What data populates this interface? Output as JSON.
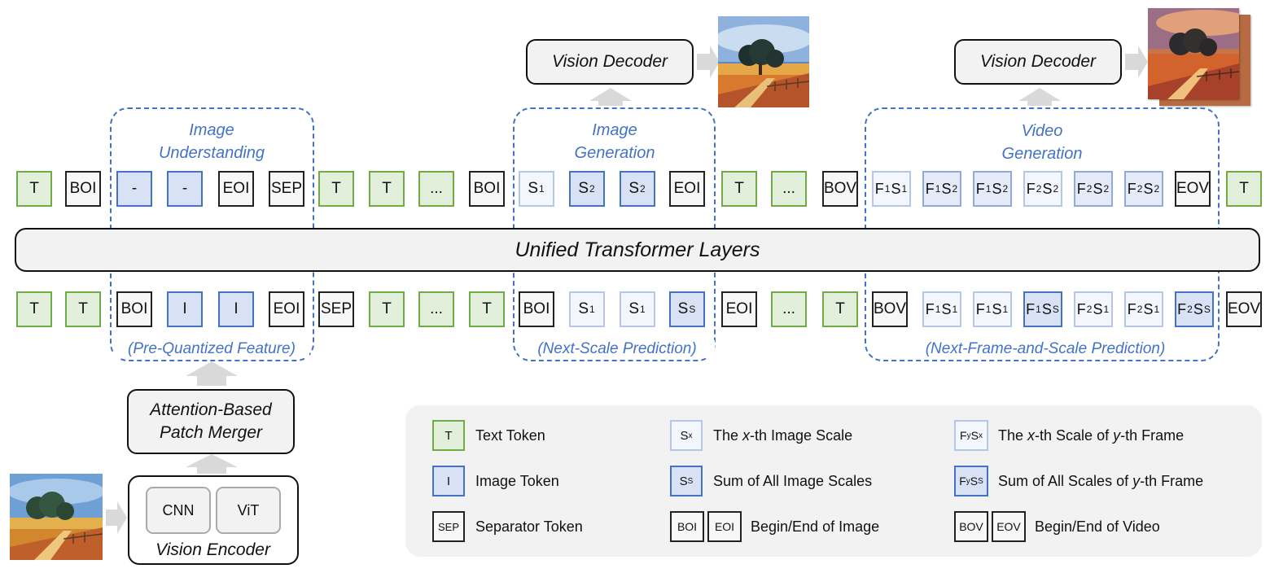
{
  "decoders": {
    "left": "Vision Decoder",
    "right": "Vision Decoder"
  },
  "regions": {
    "understanding": {
      "title_1": "Image",
      "title_2": "Understanding",
      "foot": "(Pre-Quantized Feature)"
    },
    "image_gen": {
      "title_1": "Image",
      "title_2": "Generation",
      "foot": "(Next-Scale Prediction)"
    },
    "video_gen": {
      "title_1": "Video",
      "title_2": "Generation",
      "foot": "(Next-Frame-and-Scale Prediction)"
    }
  },
  "transformer": "Unified Transformer Layers",
  "merger": {
    "line1": "Attention-Based",
    "line2": "Patch Merger"
  },
  "encoder": {
    "cnn": "CNN",
    "vit": "ViT",
    "label": "Vision Encoder"
  },
  "top_row": [
    {
      "kind": "text",
      "label": "T"
    },
    {
      "kind": "sep",
      "label": "BOI"
    },
    {
      "kind": "img",
      "label": "-"
    },
    {
      "kind": "img",
      "label": "-"
    },
    {
      "kind": "sep",
      "label": "EOI"
    },
    {
      "kind": "sep",
      "label": "SEP"
    },
    {
      "kind": "text",
      "label": "T"
    },
    {
      "kind": "text",
      "label": "T"
    },
    {
      "kind": "text",
      "label": "..."
    },
    {
      "kind": "sep",
      "label": "BOI"
    },
    {
      "kind": "s1",
      "label": "S",
      "sub": "1"
    },
    {
      "kind": "sum",
      "label": "S",
      "sub": "2"
    },
    {
      "kind": "sum",
      "label": "S",
      "sub": "2"
    },
    {
      "kind": "sep",
      "label": "EOI"
    },
    {
      "kind": "text",
      "label": "T"
    },
    {
      "kind": "text",
      "label": "..."
    },
    {
      "kind": "sep",
      "label": "BOV"
    },
    {
      "kind": "s1",
      "label": "F",
      "sub": "1",
      "label2": "S",
      "sub2": "1"
    },
    {
      "kind": "s2",
      "label": "F",
      "sub": "1",
      "label2": "S",
      "sub2": "2"
    },
    {
      "kind": "s2",
      "label": "F",
      "sub": "1",
      "label2": "S",
      "sub2": "2"
    },
    {
      "kind": "s1",
      "label": "F",
      "sub": "2",
      "label2": "S",
      "sub2": "2"
    },
    {
      "kind": "s2",
      "label": "F",
      "sub": "2",
      "label2": "S",
      "sub2": "2"
    },
    {
      "kind": "s2",
      "label": "F",
      "sub": "2",
      "label2": "S",
      "sub2": "2"
    },
    {
      "kind": "sep",
      "label": "EOV"
    },
    {
      "kind": "text",
      "label": "T"
    }
  ],
  "bottom_row": [
    {
      "kind": "text",
      "label": "T"
    },
    {
      "kind": "text",
      "label": "T"
    },
    {
      "kind": "sep",
      "label": "BOI"
    },
    {
      "kind": "img",
      "label": "I"
    },
    {
      "kind": "img",
      "label": "I"
    },
    {
      "kind": "sep",
      "label": "EOI"
    },
    {
      "kind": "sep",
      "label": "SEP"
    },
    {
      "kind": "text",
      "label": "T"
    },
    {
      "kind": "text",
      "label": "..."
    },
    {
      "kind": "text",
      "label": "T"
    },
    {
      "kind": "sep",
      "label": "BOI"
    },
    {
      "kind": "light",
      "label": "S",
      "sub": "1"
    },
    {
      "kind": "light",
      "label": "S",
      "sub": "1"
    },
    {
      "kind": "sum",
      "label": "S",
      "sub": "S"
    },
    {
      "kind": "sep",
      "label": "EOI"
    },
    {
      "kind": "text",
      "label": "..."
    },
    {
      "kind": "text",
      "label": "T"
    },
    {
      "kind": "sep",
      "label": "BOV"
    },
    {
      "kind": "light",
      "label": "F",
      "sub": "1",
      "label2": "S",
      "sub2": "1"
    },
    {
      "kind": "light",
      "label": "F",
      "sub": "1",
      "label2": "S",
      "sub2": "1"
    },
    {
      "kind": "sum",
      "label": "F",
      "sub": "1",
      "label2": "S",
      "sub2": "S"
    },
    {
      "kind": "light",
      "label": "F",
      "sub": "2",
      "label2": "S",
      "sub2": "1"
    },
    {
      "kind": "light",
      "label": "F",
      "sub": "2",
      "label2": "S",
      "sub2": "1"
    },
    {
      "kind": "sum",
      "label": "F",
      "sub": "2",
      "label2": "S",
      "sub2": "S"
    },
    {
      "kind": "sep",
      "label": "EOV"
    }
  ],
  "legend": {
    "text_token": {
      "token": "T",
      "label": "Text Token"
    },
    "image_token": {
      "token": "I",
      "label": "Image Token"
    },
    "sep_token": {
      "token": "SEP",
      "label": "Separator Token"
    },
    "image_scale": {
      "token": "S",
      "sub": "x",
      "label_a": "The ",
      "label_i": "x",
      "label_b": "-th Image Scale"
    },
    "sum_scales": {
      "token": "S",
      "sub": "S",
      "label": "Sum of All Image Scales"
    },
    "boi_eoi": {
      "token1": "BOI",
      "token2": "EOI",
      "label": "Begin/End of Image"
    },
    "frame_scale": {
      "token": "F",
      "sub": "y",
      "token2": "S",
      "sub2": "x",
      "label_a": "The ",
      "label_i": "x",
      "label_b": "-th Scale of ",
      "label_i2": "y",
      "label_c": "-th Frame"
    },
    "frame_sum": {
      "token": "F",
      "sub": "y",
      "token2": "S",
      "sub2": "S",
      "label_a": "Sum of All Scales of ",
      "label_i": "y",
      "label_b": "-th Frame"
    },
    "bov_eov": {
      "token1": "BOV",
      "token2": "EOV",
      "label": "Begin/End of Video"
    }
  },
  "colors": {
    "text_border": "#6fac46",
    "text_fill": "#e2efda",
    "image_border": "#4472c4",
    "image_fill": "#d9e2f5",
    "dash": "#4472c4"
  }
}
